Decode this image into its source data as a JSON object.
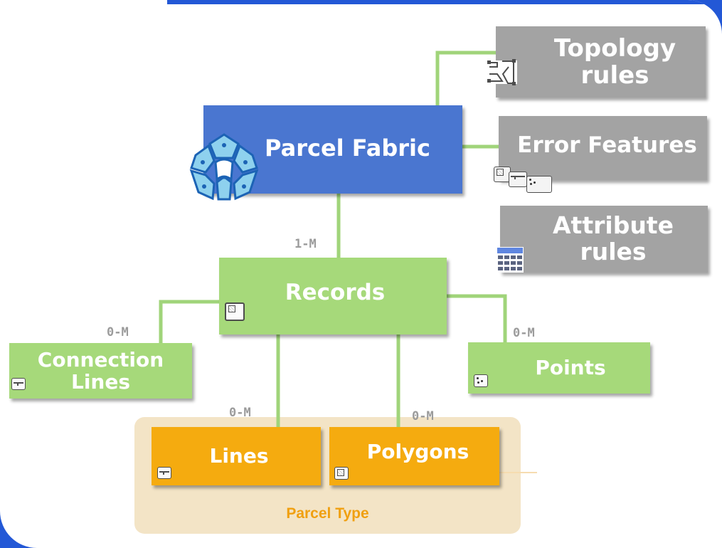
{
  "nodes": {
    "topology": {
      "line1": "Topology",
      "line2": "rules",
      "icon": "topology-icon"
    },
    "parcel_fabric": {
      "label": "Parcel Fabric",
      "icon": "parcel-fabric-icon"
    },
    "error_features": {
      "label": "Error Features",
      "icon": "error-features-icon"
    },
    "attribute_rules": {
      "line1": "Attribute",
      "line2": "rules",
      "icon": "table-icon"
    },
    "records": {
      "label": "Records",
      "icon": "polygon-icon"
    },
    "connection_lines": {
      "line1": "Connection",
      "line2": "Lines",
      "icon": "line-icon"
    },
    "points": {
      "label": "Points",
      "icon": "points-icon"
    },
    "lines": {
      "label": "Lines",
      "icon": "line-icon"
    },
    "polygons": {
      "label": "Polygons",
      "icon": "polygon-icon"
    }
  },
  "cardinality": {
    "fabric_records": "1-M",
    "records_connection": "0-M",
    "records_points": "0-M",
    "records_lines": "0-M",
    "records_polygons": "0-M"
  },
  "group": {
    "label": "Parcel Type"
  },
  "colors": {
    "frame_blue": "#2358d6",
    "node_blue": "#4a76d0",
    "node_grey": "#a3a3a3",
    "node_green": "#a6d97a",
    "node_orange": "#f5ab0f",
    "connector_green": "#a0d47a",
    "group_fill": "#f3e4c6",
    "group_text": "#f0a011",
    "cardinality_text": "#9b9b9b"
  }
}
